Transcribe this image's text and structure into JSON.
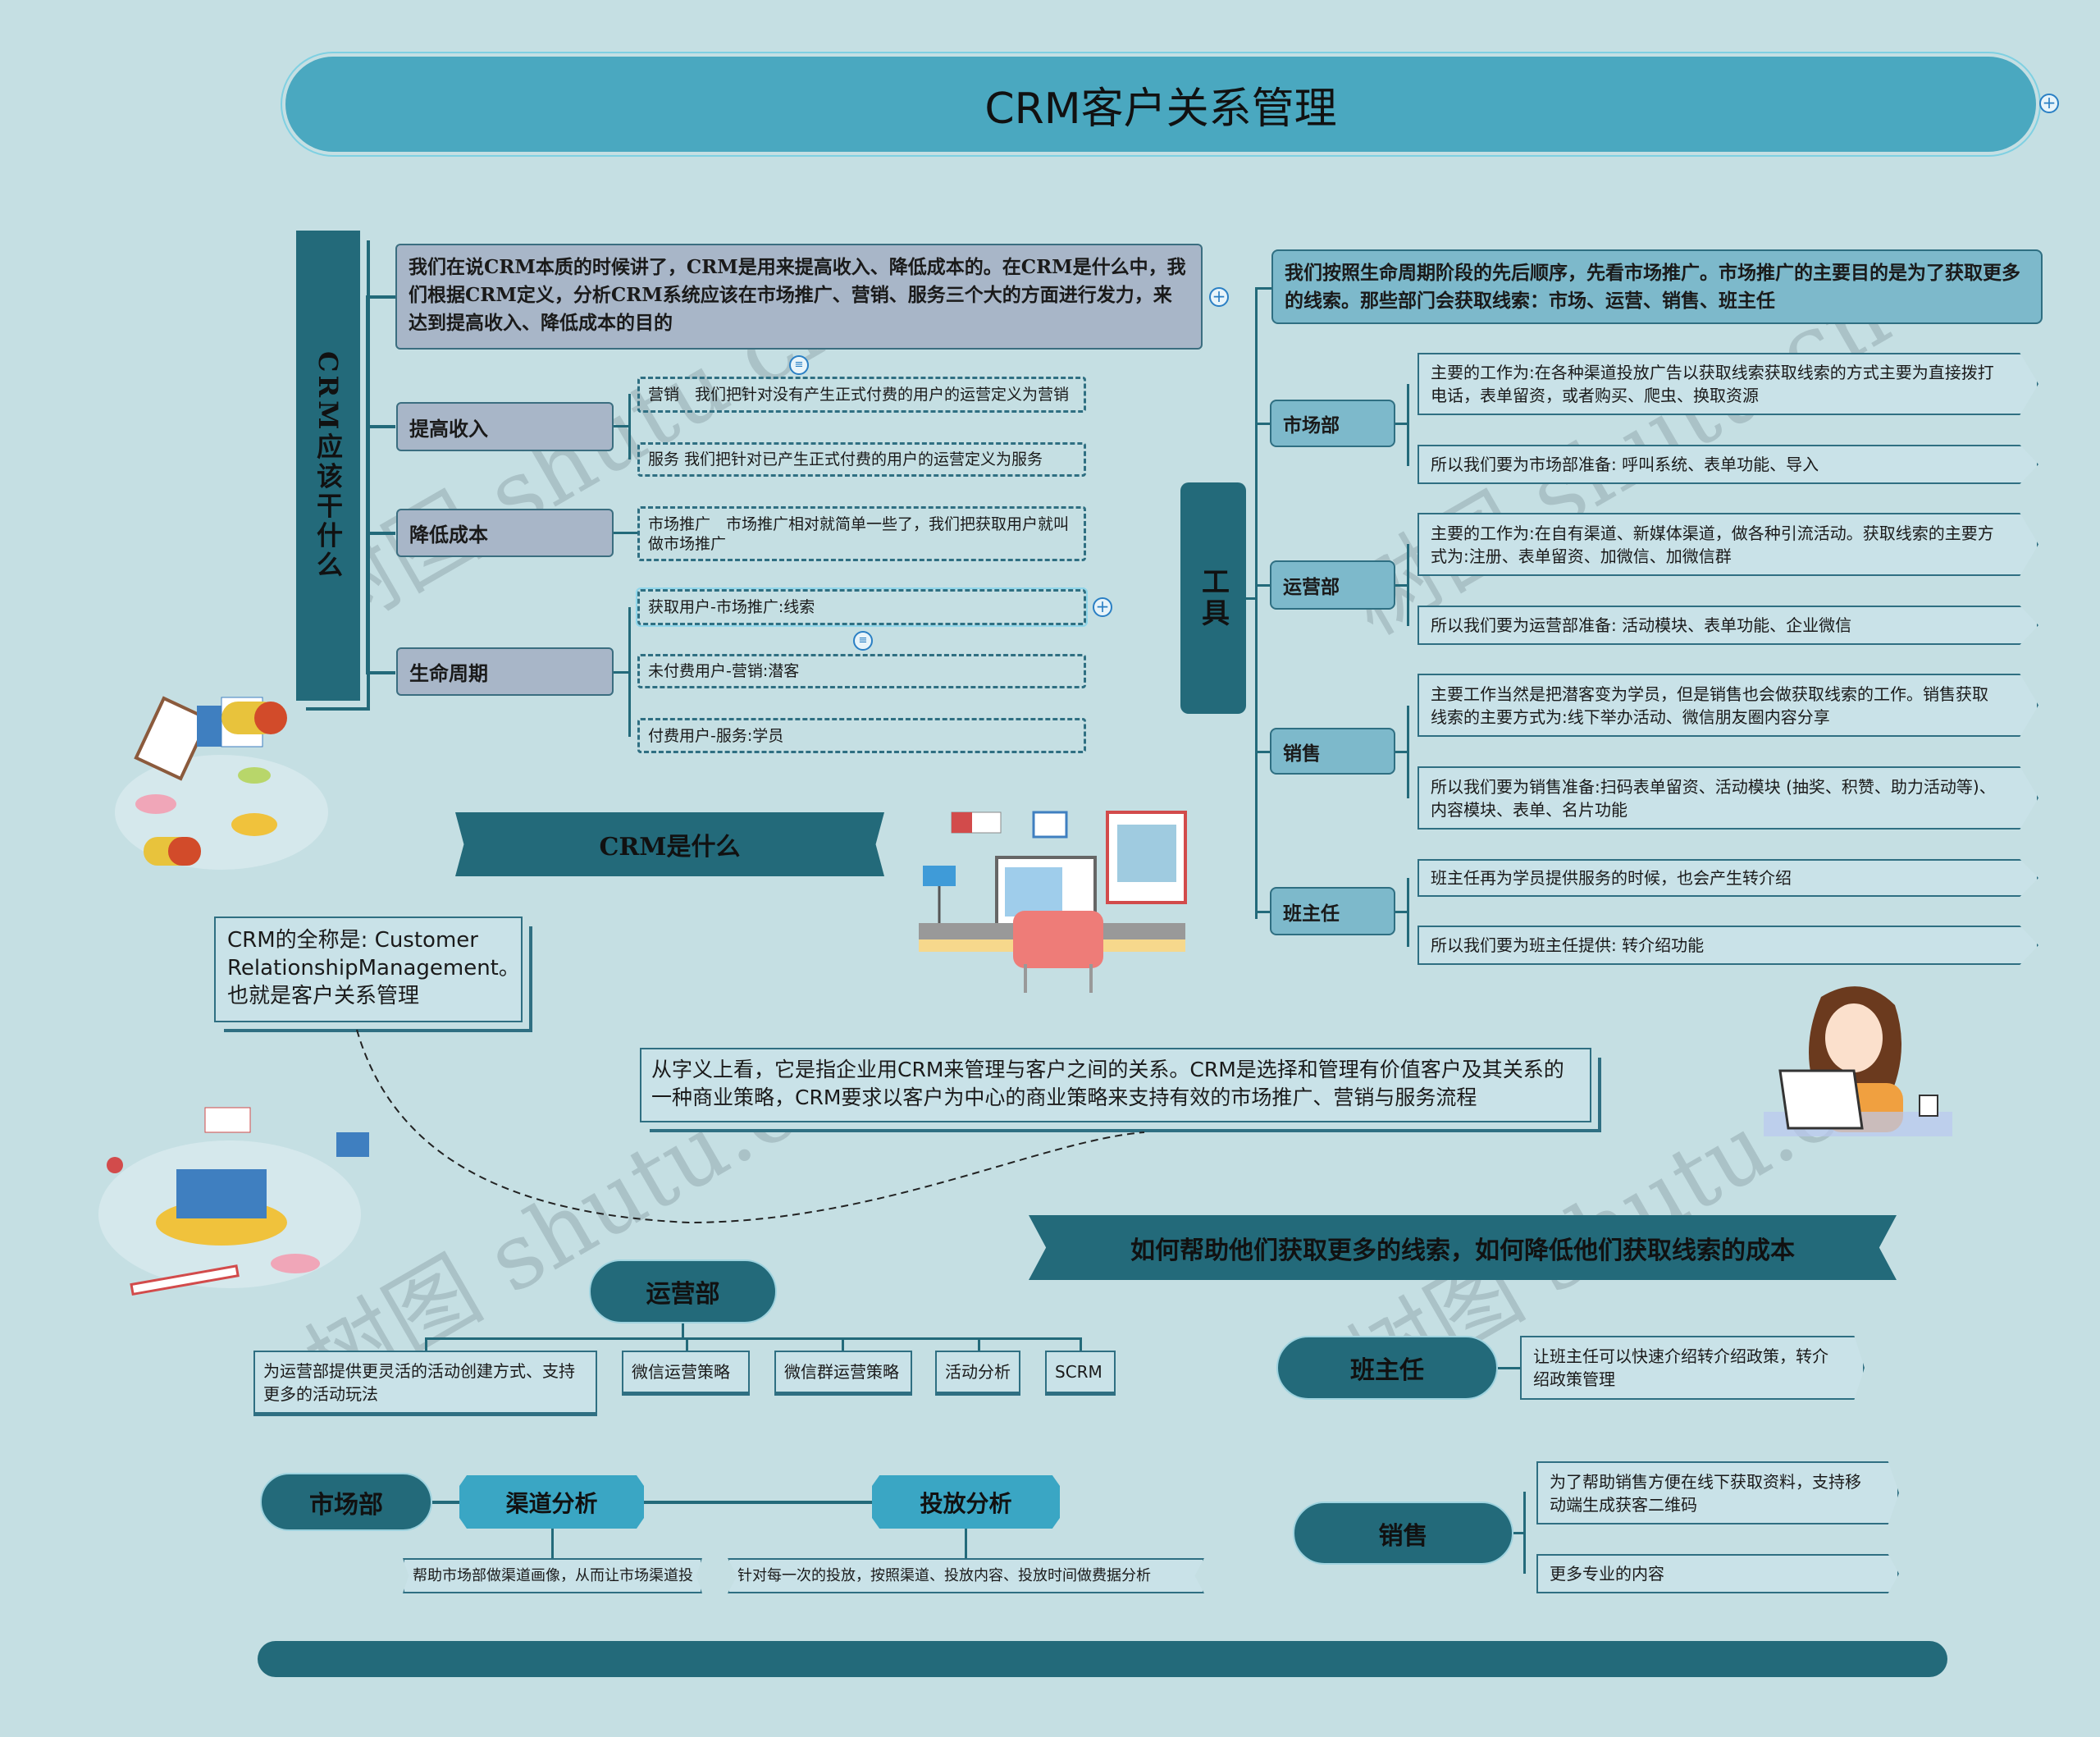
{
  "title": "CRM客户关系管理",
  "left": {
    "vertical_label": "CRM应该干什么",
    "intro": "我们在说CRM本质的时候讲了，CRM是用来提高收入、降低成本的。在CRM是什么中，我们根据CRM定义，分析CRM系统应该在市场推广、营销、服务三个大的方面进行发力，来达到提高收入、降低成本的目的",
    "branches": [
      {
        "label": "提高收入",
        "items": [
          "营销　我们把针对没有产生正式付费的用户的运营定义为营销",
          "服务  我们把针对已产生正式付费的用户的运营定义为服务"
        ]
      },
      {
        "label": "降低成本",
        "items": [
          "市场推广　市场推广相对就简单一些了，我们把获取用户就叫做市场推广"
        ]
      },
      {
        "label": "生命周期",
        "items": [
          "获取用户-市场推广:线索",
          "未付费用户-营销:潜客",
          "付费用户-服务:学员"
        ]
      }
    ]
  },
  "crm_what": {
    "banner": "CRM是什么",
    "fullname": "CRM的全称是: Customer RelationshipManagement。也就是客户关系管理",
    "definition": "从字义上看，它是指企业用CRM来管理与客户之间的关系。CRM是选择和管理有价值客户及其关系的一种商业策略，CRM要求以客户为中心的商业策略来支持有效的市场推广、营销与服务流程"
  },
  "tools": {
    "vertical_label": "工具",
    "intro": "我们按照生命周期阶段的先后顺序，先看市场推广。市场推广的主要目的是为了获取更多的线索。那些部门会获取线索：市场、运营、销售、班主任",
    "departments": [
      {
        "label": "市场部",
        "items": [
          "主要的工作为:在各种渠道投放广告以获取线索获取线索的方式主要为直接拨打电话，表单留资，或者购买、爬虫、换取资源",
          "所以我们要为市场部准备: 呼叫系统、表单功能、导入"
        ]
      },
      {
        "label": "运营部",
        "items": [
          "主要的工作为:在自有渠道、新媒体渠道，做各种引流活动。获取线索的主要方式为:注册、表单留资、加微信、加微信群",
          "所以我们要为运营部准备: 活动模块、表单功能、企业微信"
        ]
      },
      {
        "label": "销售",
        "items": [
          "主要工作当然是把潜客变为学员，但是销售也会做获取线索的工作。销售获取线索的主要方式为:线下举办活动、微信朋友圈内容分享",
          "所以我们要为销售准备:扫码表单留资、活动模块 (抽奖、积赞、助力活动等)、内容模块、表单、名片功能"
        ]
      },
      {
        "label": "班主任",
        "items": [
          "班主任再为学员提供服务的时候，也会产生转介绍",
          "所以我们要为班主任提供: 转介绍功能"
        ]
      }
    ]
  },
  "help": {
    "banner": "如何帮助他们获取更多的线索，如何降低他们获取线索的成本",
    "ops": {
      "label": "运营部",
      "items": [
        "为运营部提供更灵活的活动创建方式、支持更多的活动玩法",
        "微信运营策略",
        "微信群运营策略",
        "活动分析",
        "SCRM"
      ]
    },
    "market": {
      "label": "市场部",
      "channel": "渠道分析",
      "channel_desc": "帮助市场部做渠道画像，从而让市场渠道投",
      "delivery": "投放分析",
      "delivery_desc": "针对每一次的投放，按照渠道、投放内容、投放时间做费据分析"
    },
    "teacher": {
      "label": "班主任",
      "items": [
        "让班主任可以快速介绍转介绍政策，转介绍政策管理"
      ]
    },
    "sales": {
      "label": "销售",
      "items": [
        "为了帮助销售方便在线下获取资料，支持移动端生成获客二维码",
        "更多专业的内容"
      ]
    }
  },
  "watermark": "树图 shutu.cn",
  "colors": {
    "background": "#c5dfe3",
    "primary": "#236a7a",
    "title": "#4aa8c0",
    "node": "#a8b6c8"
  }
}
